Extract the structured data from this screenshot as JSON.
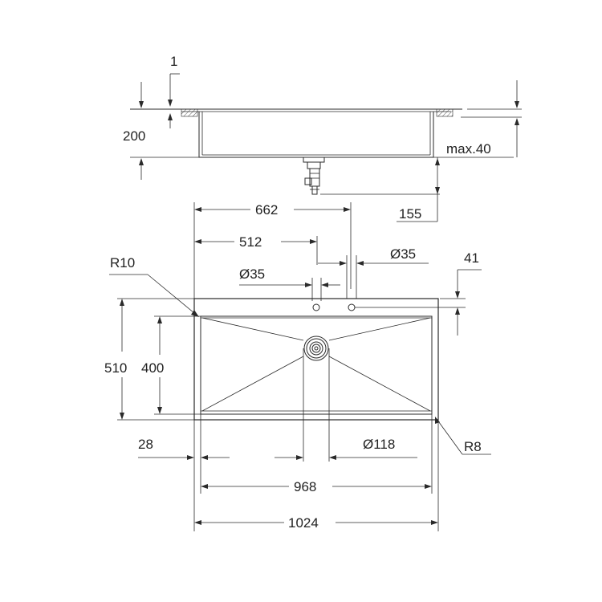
{
  "labels": {
    "side_rim": "1",
    "side_depth": "200",
    "side_max": "max.40",
    "side_waste": "155",
    "tap_center": "662",
    "tap_offset": "512",
    "hole_dia_right": "Ø35",
    "hole_dia_left": "Ø35",
    "hole_edge": "41",
    "radius_inner": "R10",
    "radius_outer": "R8",
    "height_outer": "510",
    "height_inner": "400",
    "margin": "28",
    "drain_dia": "Ø118",
    "width_inner": "968",
    "width_outer": "1024"
  },
  "colors": {
    "line": "#2a2a2a",
    "text": "#222222",
    "background": "#ffffff"
  }
}
